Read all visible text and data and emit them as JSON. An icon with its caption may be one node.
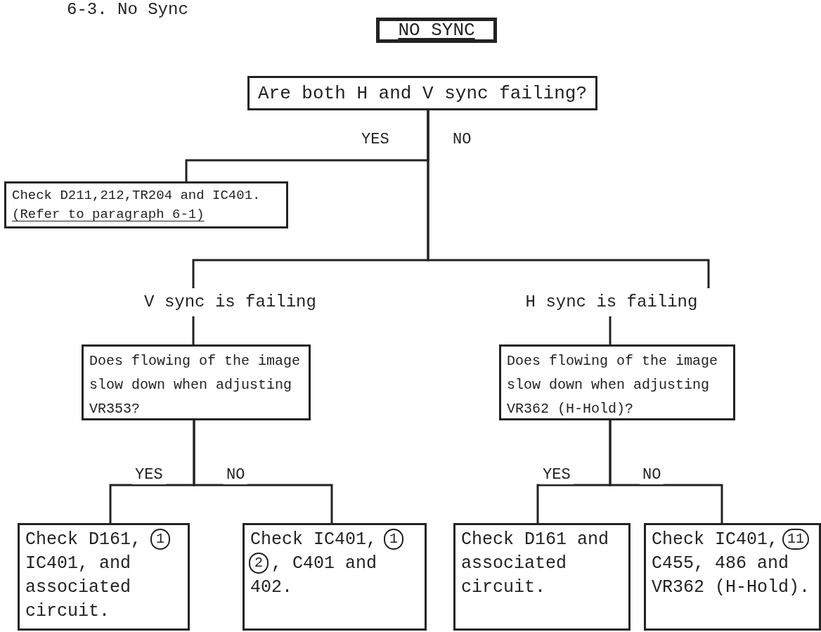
{
  "diagram": {
    "title": "6-3. No Sync",
    "nodes": [
      {
        "text": [
          "NO SYNC"
        ]
      },
      {
        "text": [
          "Are both H and V sync failing?"
        ]
      },
      {
        "text": [
          "Check D211,212,TR204 and IC401.",
          "(Refer to paragraph 6-1)"
        ]
      },
      {
        "text": [
          "V sync is failing"
        ]
      },
      {
        "text": [
          "H sync is failing"
        ]
      },
      {
        "text": [
          "Does flowing of the image slow down when adjusting VR353?"
        ]
      },
      {
        "text": [
          "Does flowing of the image slow down when adjusting VR362 (H-Hold)?"
        ]
      },
      {
        "text": [
          "Check D161,",
          "IC401, and associated circuit."
        ]
      },
      {
        "text": [
          "Check IC401,",
          ", C401 and 402."
        ]
      },
      {
        "text": [
          "Check D161 and associated circuit."
        ]
      },
      {
        "text": [
          "Check IC401,",
          "C455, 486 and VR362 (H-Hold)."
        ]
      }
    ],
    "edges": [
      {
        "from": 1,
        "to": 2,
        "arrow": "none",
        "label": "YES"
      },
      {
        "from": 1,
        "to": 3,
        "arrow": "none",
        "label": "NO"
      },
      {
        "from": 1,
        "to": 4,
        "arrow": "none"
      },
      {
        "from": 3,
        "to": 5,
        "arrow": "none"
      },
      {
        "from": 4,
        "to": 6,
        "arrow": "none"
      },
      {
        "from": 5,
        "to": 7,
        "arrow": "none",
        "label": "YES"
      },
      {
        "from": 5,
        "to": 8,
        "arrow": "none",
        "label": "NO"
      },
      {
        "from": 6,
        "to": 9,
        "arrow": "none",
        "label": "YES"
      },
      {
        "from": 6,
        "to": 10,
        "arrow": "none",
        "label": "NO"
      }
    ],
    "labels": [
      "1",
      "1",
      "2",
      "11"
    ]
  }
}
